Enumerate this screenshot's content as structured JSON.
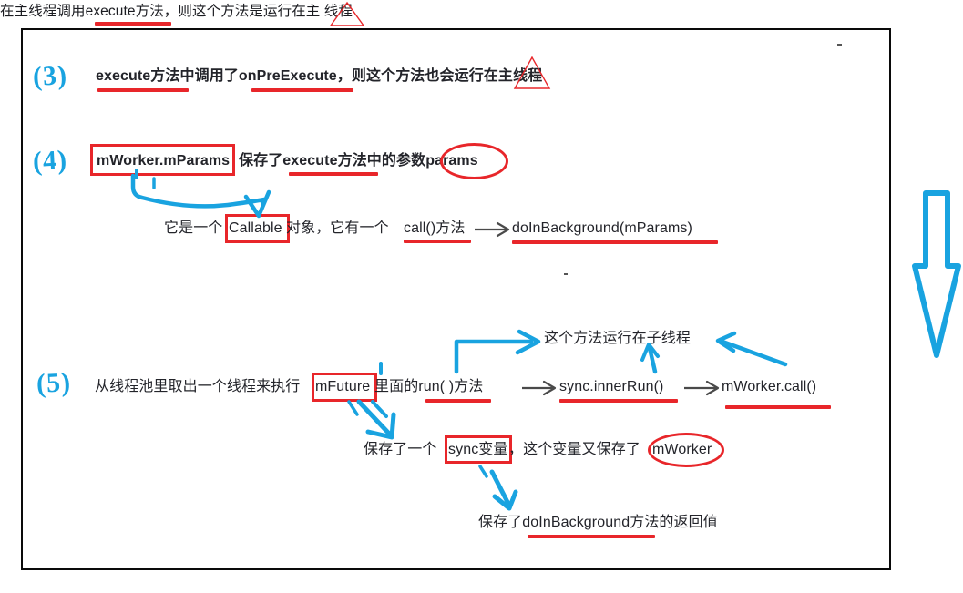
{
  "document": {
    "type": "handwritten-annotated-note",
    "language": "zh-CN",
    "headline": "在主线程调用execute方法，则这个方法是运行在主 线程"
  },
  "steps": [
    {
      "number": "(3)",
      "text": "execute方法中调用了onPreExecute，则这个方法也会运行在主线程"
    },
    {
      "number": "(4)",
      "text_boxed": "mWorker.mParams",
      "text_rest": "保存了execute方法中的参数params",
      "circled": "params"
    },
    {
      "number": "(5)",
      "text_a": "从线程池里取出一个线程来执行",
      "text_boxed": "mFuture",
      "text_b": "里面的run( )方法"
    }
  ],
  "lines": {
    "callable": {
      "prefix": "它是一个",
      "boxed": "Callable",
      "mid": "对象，它有一个",
      "call": "call()方法",
      "arrow": "⟶",
      "target": "doInBackground(mParams)"
    },
    "sub_thread_note": "这个方法运行在子线程",
    "chain": {
      "sep1": "⟶",
      "item1": "sync.innerRun()",
      "sep2": "⟶",
      "item2": "mWorker.call()"
    },
    "sync_line": {
      "prefix": "保存了一个",
      "boxed": "sync变量",
      "mid": "，这个变量又保存了",
      "circled": "mWorker"
    },
    "return_line": "保存了doInBackground方法的返回值"
  },
  "colors": {
    "marker_red": "#e8262a",
    "marker_blue": "#19a3e0",
    "ink": "#23242a",
    "frame": "#0a0a0a",
    "paper": "#ffffff"
  },
  "annotations": {
    "big_down_arrow": "blue-outline-down-arrow",
    "triangle_marks": 2,
    "red_boxes": 4,
    "red_ellipses": 2
  }
}
